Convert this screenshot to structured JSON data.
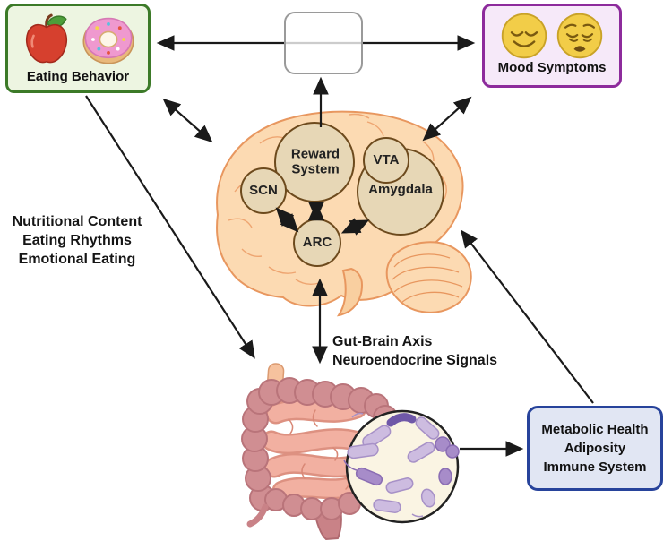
{
  "boxes": {
    "eating_behavior": {
      "label": "Eating Behavior",
      "icons": [
        "apple-icon",
        "donut-icon"
      ]
    },
    "mood_symptoms": {
      "label": "Mood Symptoms",
      "icons": [
        "relieved-face-icon",
        "weary-face-icon"
      ]
    },
    "central_placeholder": {
      "label": ""
    },
    "metabolic_health": {
      "lines": [
        "Metabolic Health",
        "Adiposity",
        "Immune System"
      ]
    }
  },
  "brain_regions": {
    "scn": "SCN",
    "reward_system": "Reward System",
    "vta": "VTA",
    "amygdala": "Amygdala",
    "arc": "ARC"
  },
  "annotations": {
    "eating_pathways": {
      "lines": [
        "Nutritional Content",
        "Eating Rhythms",
        "Emotional Eating"
      ]
    },
    "gut_brain": {
      "lines": [
        "Gut-Brain Axis",
        "Neuroendocrine Signals"
      ]
    }
  },
  "illustrations": [
    "brain-illustration",
    "intestine-illustration",
    "microbiome-magnifier"
  ],
  "colors": {
    "eating_border": "#3c7a28",
    "eating_bg": "#edf5e1",
    "mood_border": "#8d2b9c",
    "mood_bg": "#f6e9f9",
    "metabolic_border": "#27439b",
    "metabolic_bg": "#e1e6f3",
    "brain_fill": "#fcdab2",
    "brain_outline": "#e8975f",
    "region_fill": "#e7d7b6",
    "region_border": "#6d4a1d",
    "gut_fill": "#d08e92",
    "gut_outline": "#b9747a",
    "intestine_inner": "#f2b0a1",
    "microbiome_bg": "#faf4e3",
    "bacteria_light": "#cdbce0",
    "bacteria_medium": "#a78cc9",
    "bacteria_dark": "#6f58a8",
    "arrow": "#1a1a1a"
  }
}
